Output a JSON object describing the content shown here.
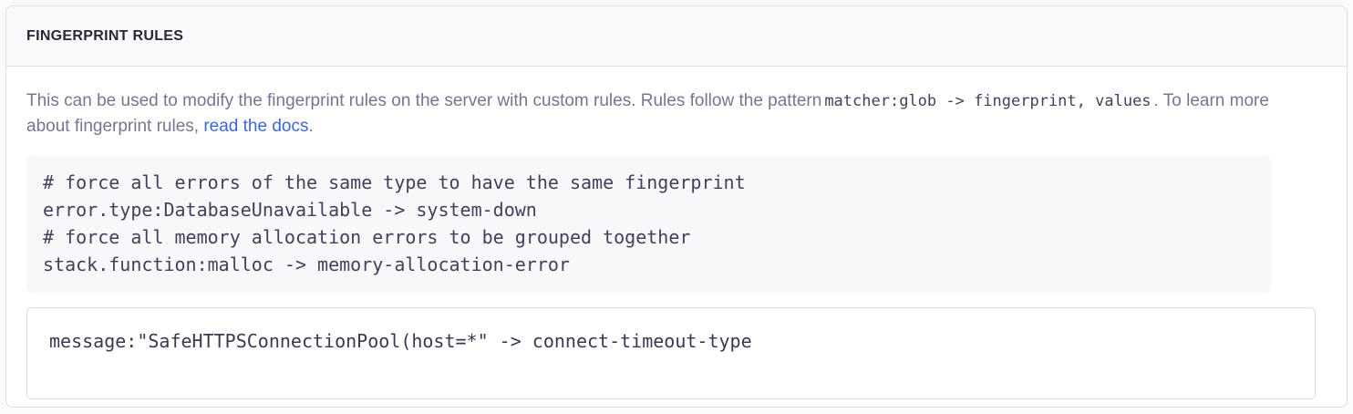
{
  "panel": {
    "title": "FINGERPRINT RULES",
    "description": {
      "text_before_code": "This can be used to modify the fingerprint rules on the server with custom rules. Rules follow the pattern",
      "inline_code": "matcher:glob -> fingerprint, values",
      "text_after_code": ". To learn more about fingerprint rules,",
      "link_label": "read the docs",
      "text_after_link": "."
    },
    "example_code": {
      "lines": [
        "# force all errors of the same type to have the same fingerprint",
        "error.type:DatabaseUnavailable -> system-down",
        "# force all memory allocation errors to be grouped together",
        "stack.function:malloc -> memory-allocation-error"
      ]
    },
    "rules_editor": {
      "value": "message:\"SafeHTTPSConnectionPool(host=*\" -> connect-timeout-type",
      "placeholder": "matcher:glob -> fingerprint, values"
    }
  },
  "colors": {
    "panel_background": "#ffffff",
    "panel_border": "#e0dfe8",
    "header_background": "#f8f9fb",
    "title_text": "#2f2438",
    "body_text": "#7a7391",
    "link": "#3a68d8",
    "code_background": "#f7f8fa",
    "code_text": "#44405a",
    "input_border": "#ddddea"
  }
}
